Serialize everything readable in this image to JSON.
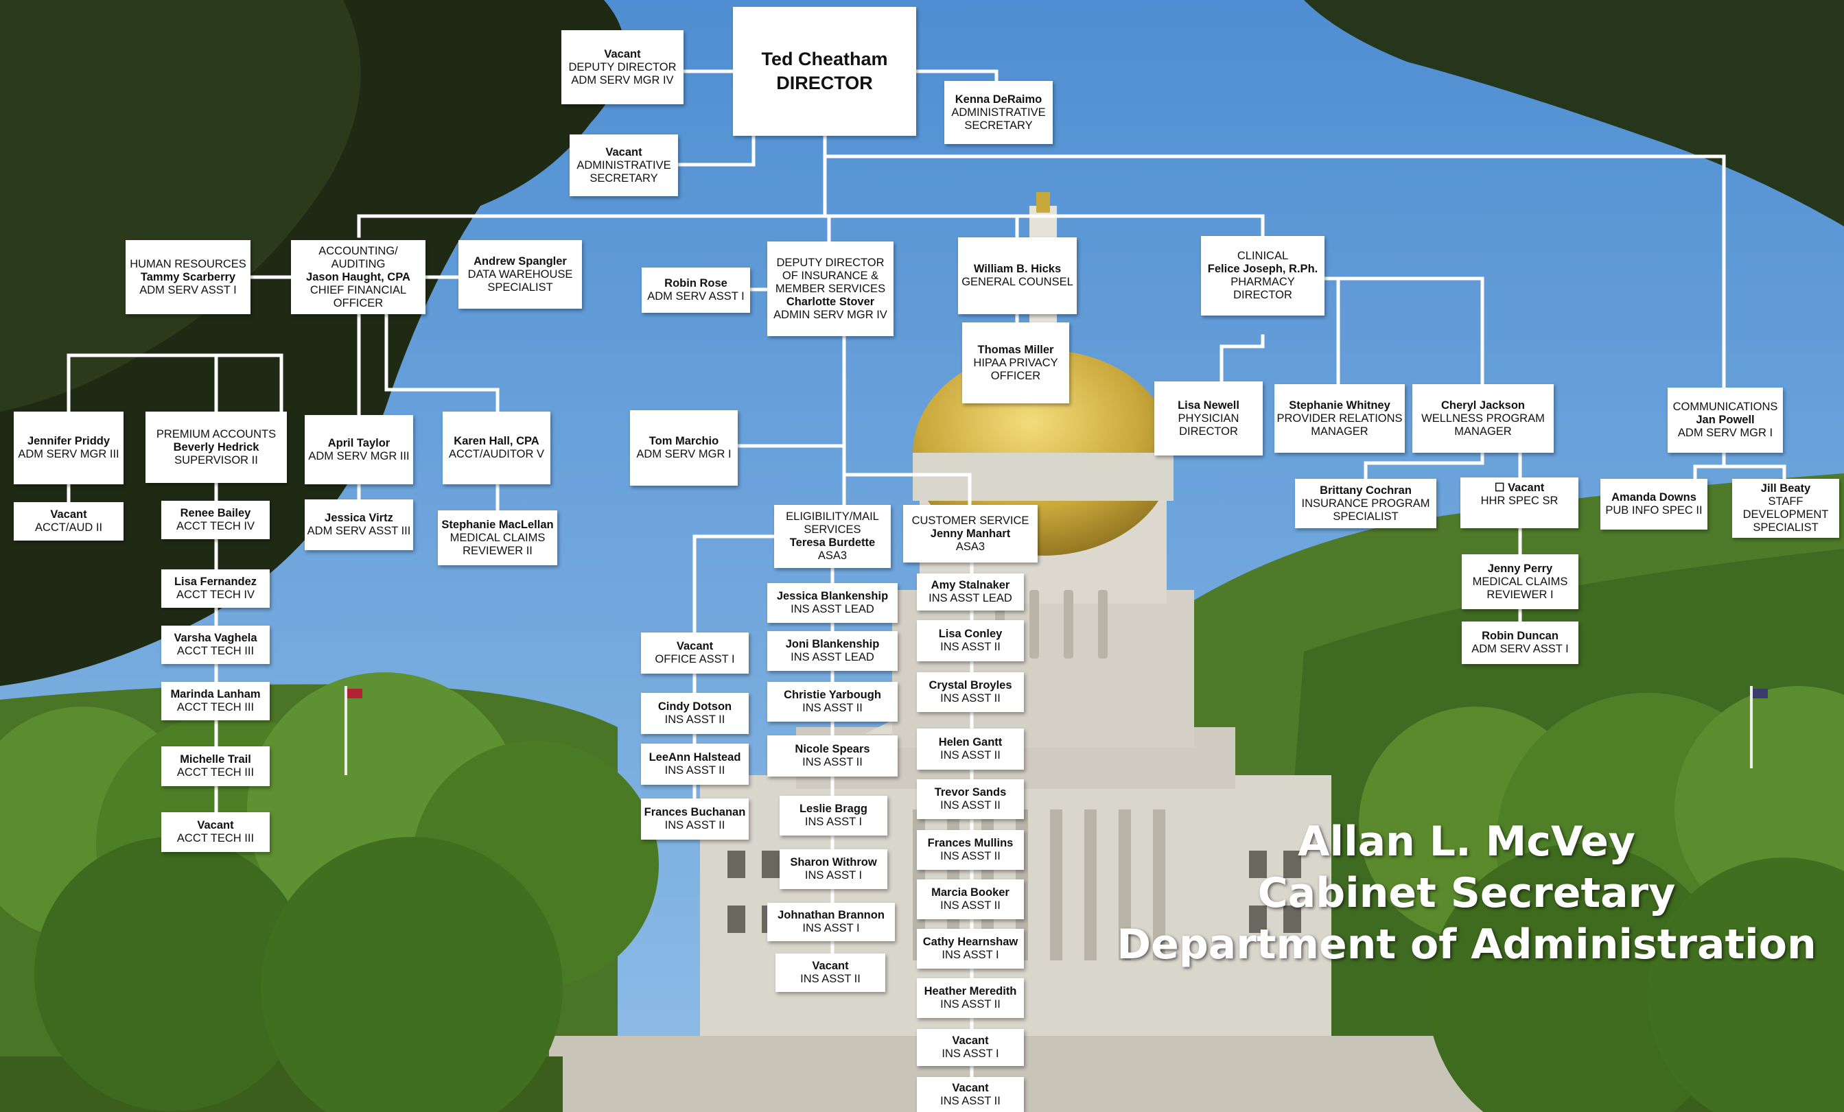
{
  "colors": {
    "sky": "#5f9ad6",
    "tree_dark": "#1f2a14",
    "tree_green": "#4e7a2a",
    "capitol_stone": "#d9d6cc",
    "dome_gold": "#c9a83c",
    "connector": "#ffffff",
    "caption_text": "#ffffff"
  },
  "background": {
    "scene": "west-virginia-capitol-photo",
    "icon": "capitol-building-icon"
  },
  "org": {
    "director": {
      "lines": [
        "Ted Cheatham",
        "DIRECTOR"
      ]
    },
    "deputy_vacant": {
      "lines": [
        "Vacant",
        "DEPUTY DIRECTOR",
        "ADM SERV MGR IV"
      ]
    },
    "admin_sec_vacant": {
      "lines": [
        "Vacant",
        "ADMINISTRATIVE",
        "SECRETARY"
      ]
    },
    "kenna": {
      "lines": [
        "Kenna DeRaimo",
        "ADMINISTRATIVE",
        "SECRETARY"
      ]
    },
    "hr": {
      "lines": [
        "HUMAN RESOURCES",
        "Tammy Scarberry",
        "ADM SERV ASST I"
      ]
    },
    "accounting": {
      "lines": [
        "ACCOUNTING/",
        "AUDITING",
        "Jason Haught, CPA",
        "CHIEF FINANCIAL",
        "OFFICER"
      ]
    },
    "andrew": {
      "lines": [
        "Andrew Spangler",
        "DATA WAREHOUSE",
        "SPECIALIST"
      ]
    },
    "robin_rose": {
      "lines": [
        "Robin Rose",
        "ADM SERV ASST I"
      ]
    },
    "deputy_insurance": {
      "lines": [
        "DEPUTY DIRECTOR",
        "OF INSURANCE &",
        "MEMBER SERVICES",
        "Charlotte Stover",
        "ADMIN SERV MGR IV"
      ]
    },
    "hicks": {
      "lines": [
        "William B. Hicks",
        "GENERAL COUNSEL"
      ]
    },
    "miller": {
      "lines": [
        "Thomas Miller",
        "HIPAA PRIVACY",
        "OFFICER"
      ]
    },
    "clinical": {
      "lines": [
        "CLINICAL",
        "Felice Joseph, R.Ph.",
        "PHARMACY",
        "DIRECTOR"
      ]
    },
    "lisa_newell": {
      "lines": [
        "Lisa Newell",
        "PHYSICIAN",
        "DIRECTOR"
      ]
    },
    "stephanie_whitney": {
      "lines": [
        "Stephanie Whitney",
        "PROVIDER RELATIONS",
        "MANAGER"
      ]
    },
    "cheryl": {
      "lines": [
        "Cheryl Jackson",
        "WELLNESS PROGRAM",
        "MANAGER"
      ]
    },
    "communications": {
      "lines": [
        "COMMUNICATIONS",
        "Jan Powell",
        "ADM SERV MGR I"
      ]
    },
    "jennifer": {
      "lines": [
        "Jennifer Priddy",
        "ADM SERV MGR III"
      ]
    },
    "premium": {
      "lines": [
        "PREMIUM ACCOUNTS",
        "Beverly Hedrick",
        "SUPERVISOR II"
      ]
    },
    "april": {
      "lines": [
        "April Taylor",
        "ADM SERV MGR III"
      ]
    },
    "karen": {
      "lines": [
        "Karen Hall, CPA",
        "ACCT/AUDITOR V"
      ]
    },
    "vacant_acct_aud": {
      "lines": [
        "Vacant",
        "ACCT/AUD II"
      ]
    },
    "renee": {
      "lines": [
        "Renee Bailey",
        "ACCT TECH IV"
      ]
    },
    "jessica_virtz": {
      "lines": [
        "Jessica Virtz",
        "ADM SERV ASST III"
      ]
    },
    "stephanie_maclellan": {
      "lines": [
        "Stephanie MacLellan",
        "MEDICAL CLAIMS",
        "REVIEWER II"
      ]
    },
    "lisa_fernandez": {
      "lines": [
        "Lisa Fernandez",
        "ACCT TECH IV"
      ]
    },
    "varsha": {
      "lines": [
        "Varsha Vaghela",
        "ACCT TECH III"
      ]
    },
    "marinda": {
      "lines": [
        "Marinda Lanham",
        "ACCT TECH III"
      ]
    },
    "michelle": {
      "lines": [
        "Michelle Trail",
        "ACCT TECH III"
      ]
    },
    "vacant_acct_tech": {
      "lines": [
        "Vacant",
        "ACCT TECH III"
      ]
    },
    "tom_marchio": {
      "lines": [
        "Tom Marchio",
        "ADM SERV MGR I"
      ]
    },
    "eligibility": {
      "lines": [
        "ELIGIBILITY/MAIL",
        "SERVICES",
        "Teresa Burdette",
        "ASA3"
      ]
    },
    "customer_service": {
      "lines": [
        "CUSTOMER SERVICE",
        "Jenny Manhart",
        "ASA3"
      ]
    },
    "vacant_office": {
      "lines": [
        "Vacant",
        "OFFICE ASST I"
      ]
    },
    "cindy": {
      "lines": [
        "Cindy Dotson",
        "INS ASST II"
      ]
    },
    "leeann": {
      "lines": [
        "LeeAnn Halstead",
        "INS ASST II"
      ]
    },
    "frances_buchanan": {
      "lines": [
        "Frances Buchanan",
        "INS ASST II"
      ]
    },
    "jessica_blankenship": {
      "lines": [
        "Jessica Blankenship",
        "INS ASST LEAD"
      ]
    },
    "joni": {
      "lines": [
        "Joni Blankenship",
        "INS ASST LEAD"
      ]
    },
    "christie": {
      "lines": [
        "Christie Yarbough",
        "INS ASST II"
      ]
    },
    "nicole": {
      "lines": [
        "Nicole Spears",
        "INS ASST II"
      ]
    },
    "leslie": {
      "lines": [
        "Leslie Bragg",
        "INS ASST I"
      ]
    },
    "sharon": {
      "lines": [
        "Sharon Withrow",
        "INS ASST I"
      ]
    },
    "johnathan": {
      "lines": [
        "Johnathan Brannon",
        "INS ASST I"
      ]
    },
    "vacant_elig": {
      "lines": [
        "Vacant",
        "INS ASST II"
      ]
    },
    "amy": {
      "lines": [
        "Amy Stalnaker",
        "INS ASST LEAD"
      ]
    },
    "lisa_conley": {
      "lines": [
        "Lisa Conley",
        "INS ASST II"
      ]
    },
    "crystal": {
      "lines": [
        "Crystal Broyles",
        "INS ASST II"
      ]
    },
    "helen": {
      "lines": [
        "Helen Gantt",
        "INS ASST II"
      ]
    },
    "trevor": {
      "lines": [
        "Trevor Sands",
        "INS ASST II"
      ]
    },
    "frances_mullins": {
      "lines": [
        "Frances Mullins",
        "INS ASST II"
      ]
    },
    "marcia": {
      "lines": [
        "Marcia Booker",
        "INS ASST II"
      ]
    },
    "cathy": {
      "lines": [
        "Cathy Hearnshaw",
        "INS ASST I"
      ]
    },
    "heather": {
      "lines": [
        "Heather Meredith",
        "INS ASST II"
      ]
    },
    "vacant_cs1": {
      "lines": [
        "Vacant",
        "INS ASST I"
      ]
    },
    "vacant_cs2": {
      "lines": [
        "Vacant",
        "INS ASST II"
      ]
    },
    "brittany": {
      "lines": [
        "Brittany Cochran",
        "INSURANCE PROGRAM",
        "SPECIALIST"
      ]
    },
    "vacant_hhr": {
      "lines": [
        "☐ Vacant",
        "HHR SPEC SR"
      ]
    },
    "jenny_perry": {
      "lines": [
        "Jenny Perry",
        "MEDICAL CLAIMS",
        "REVIEWER I"
      ]
    },
    "robin_duncan": {
      "lines": [
        "Robin Duncan",
        "ADM SERV ASST I"
      ]
    },
    "amanda": {
      "lines": [
        "Amanda Downs",
        "PUB INFO SPEC II"
      ]
    },
    "jill": {
      "lines": [
        "Jill Beaty",
        "STAFF",
        "DEVELOPMENT",
        "SPECIALIST"
      ]
    }
  },
  "caption": {
    "name": "Allan L. McVey",
    "title": "Cabinet Secretary",
    "department": "Department of Administration"
  }
}
